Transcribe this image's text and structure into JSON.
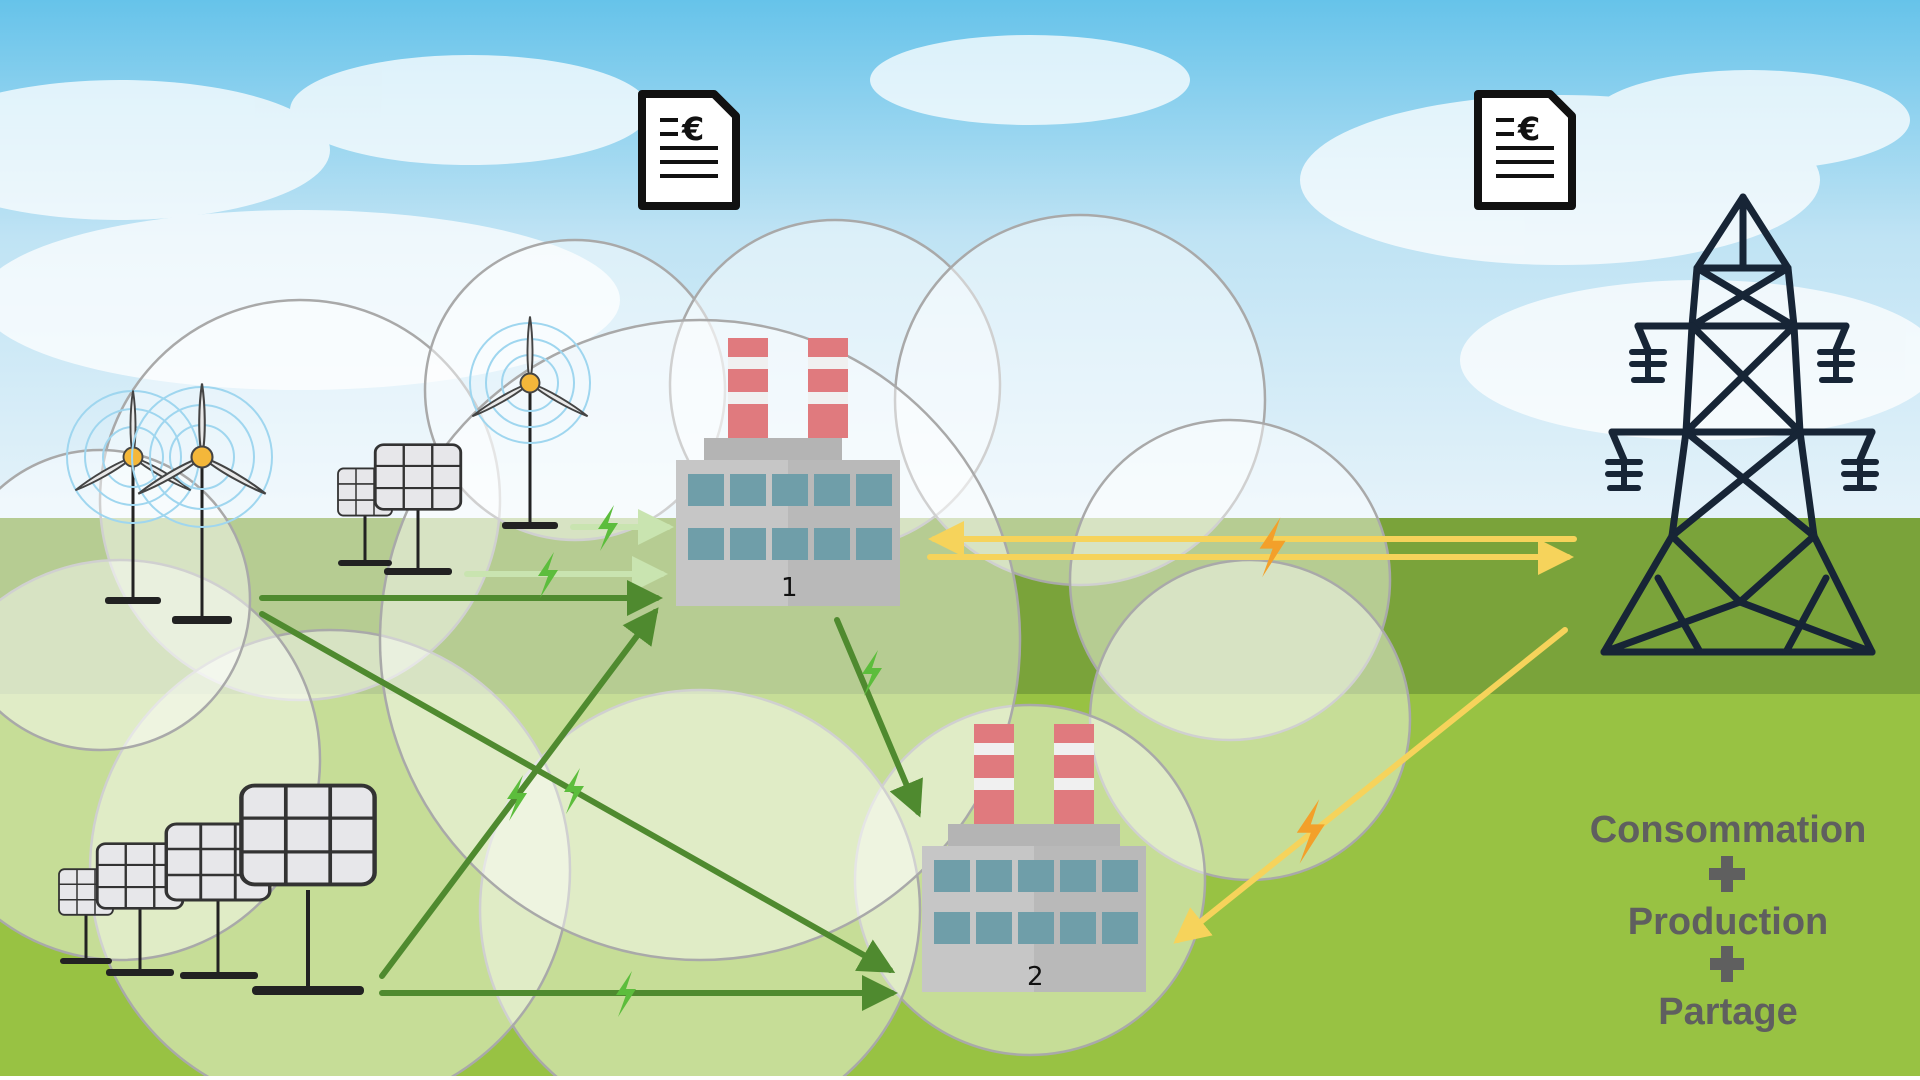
{
  "factories": [
    {
      "label": "1"
    },
    {
      "label": "2"
    }
  ],
  "invoices": [
    {
      "symbol": "€"
    },
    {
      "symbol": "€"
    }
  ],
  "legend": {
    "line1": "Consommation",
    "line2": "Production",
    "line3": "Partage",
    "plus": "+"
  },
  "colors": {
    "sky": "#7ccbea",
    "grass_dark": "#7aa33a",
    "grass_light": "#98c243",
    "green_arrow": "#4f8a2f",
    "light_green_arrow": "#c9e4b0",
    "yellow_arrow": "#f6d35b",
    "bolt_green": "#5cbd3c",
    "bolt_orange": "#f3a02a",
    "pylon": "#172536",
    "chimney_red": "#e07a7e"
  }
}
